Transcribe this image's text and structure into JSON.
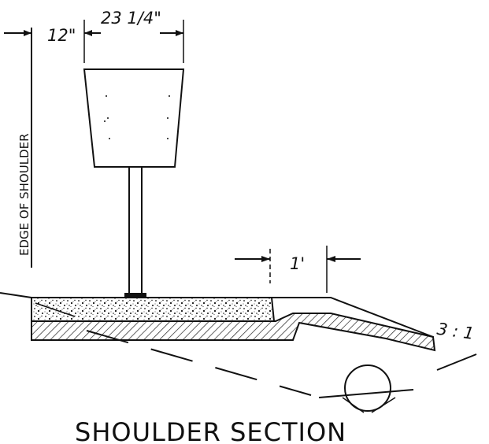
{
  "diagram": {
    "title": "SHOULDER SECTION",
    "dimensions": {
      "offset": "12\"",
      "sign_width": "23 1/4\"",
      "shoulder_width": "1'",
      "slope": "3 : 1"
    },
    "labels": {
      "edge_of_shoulder": "EDGE OF SHOULDER"
    }
  }
}
